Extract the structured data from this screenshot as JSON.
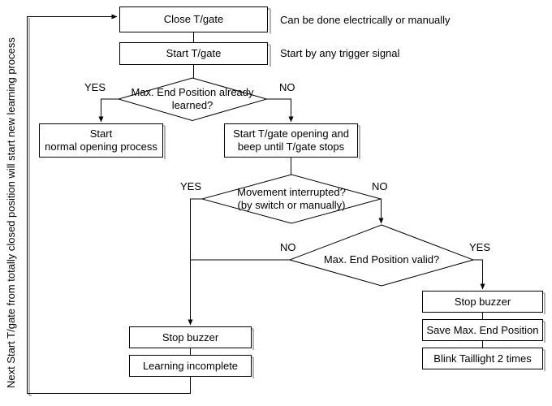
{
  "diagram": {
    "title": "T/gate learning process flowchart",
    "stroke_color": "#000000",
    "shadow_color": "#a0a0a0",
    "background": "#ffffff",
    "nodes": {
      "close_tgate": "Close T/gate",
      "start_tgate": "Start T/gate",
      "decision_learned": "Max. End Position already\nlearned?",
      "start_normal_opening": "Start\nnormal opening process",
      "start_opening_beep": "Start T/gate opening and\nbeep until T/gate stops",
      "decision_interrupted": "Movement interrupted?\n(by switch or manually)",
      "decision_valid": "Max. End Position valid?",
      "stop_buzzer_left": "Stop buzzer",
      "learning_incomplete": "Learning incomplete",
      "stop_buzzer_right": "Stop buzzer",
      "save_max_end_position": "Save Max. End Position",
      "blink_taillight": "Blink Taillight 2 times"
    },
    "edge_labels": {
      "learned_yes": "YES",
      "learned_no": "NO",
      "interrupted_yes": "YES",
      "interrupted_no": "NO",
      "valid_no": "NO",
      "valid_yes": "YES"
    },
    "notes": {
      "close_tgate_note": "Can be done electrically or manually",
      "start_tgate_note": "Start by any trigger signal",
      "loop_note": "Next Start T/gate from totally closed position will start new learning process"
    }
  }
}
